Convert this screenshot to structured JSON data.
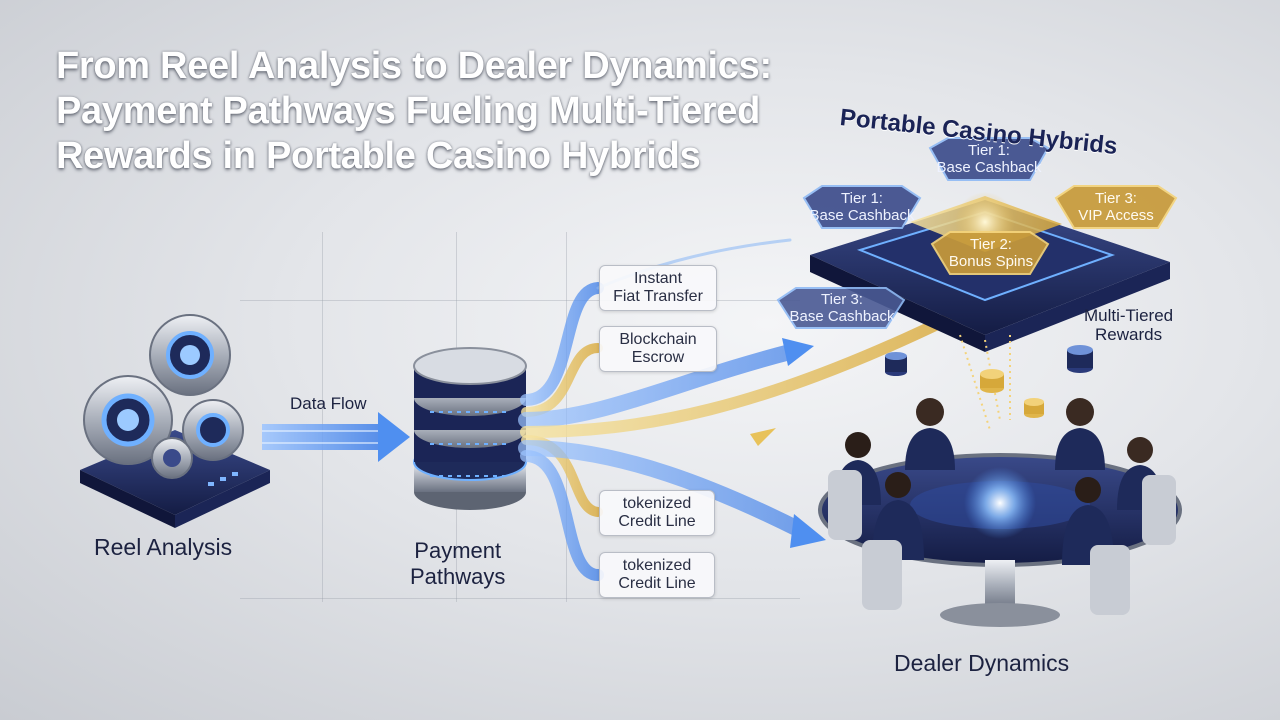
{
  "title": {
    "line1": "From Reel Analysis to Dealer Dynamics:",
    "line2": "Payment Pathways Fueling Multi-Tiered",
    "line3": "Rewards in Portable Casino Hybrids"
  },
  "labels": {
    "data_flow": "Data Flow",
    "reel_analysis": "Reel Analysis",
    "payment_pathways_line1": "Payment",
    "payment_pathways_line2": "Pathways",
    "portable_casino_hybrids": "Portable Casino Hybrids",
    "multi_tiered_line1": "Multi-Tiered",
    "multi_tiered_line2": "Rewards",
    "dealer_dynamics": "Dealer Dynamics"
  },
  "pathways": [
    {
      "line1": "Instant",
      "line2": "Fiat Transfer"
    },
    {
      "line1": "Blockchain",
      "line2": "Escrow"
    },
    {
      "line1": "tokenized",
      "line2": "Credit Line"
    },
    {
      "line1": "tokenized",
      "line2": "Credit Line"
    }
  ],
  "tiers": [
    {
      "line1": "Tier 1:",
      "line2": "Base Cashback"
    },
    {
      "line1": "Tier 1:",
      "line2": "Base Cashback"
    },
    {
      "line1": "Tier 3:",
      "line2": "VIP Access"
    },
    {
      "line1": "Tier 2:",
      "line2": "Bonus Spins"
    },
    {
      "line1": "Tier 3:",
      "line2": "Base Cashback"
    }
  ],
  "colors": {
    "blue_flow": "#4f8ff0",
    "gold_flow": "#e8c25a",
    "navy": "#1e2a5a",
    "title_text": "#ffffff"
  }
}
